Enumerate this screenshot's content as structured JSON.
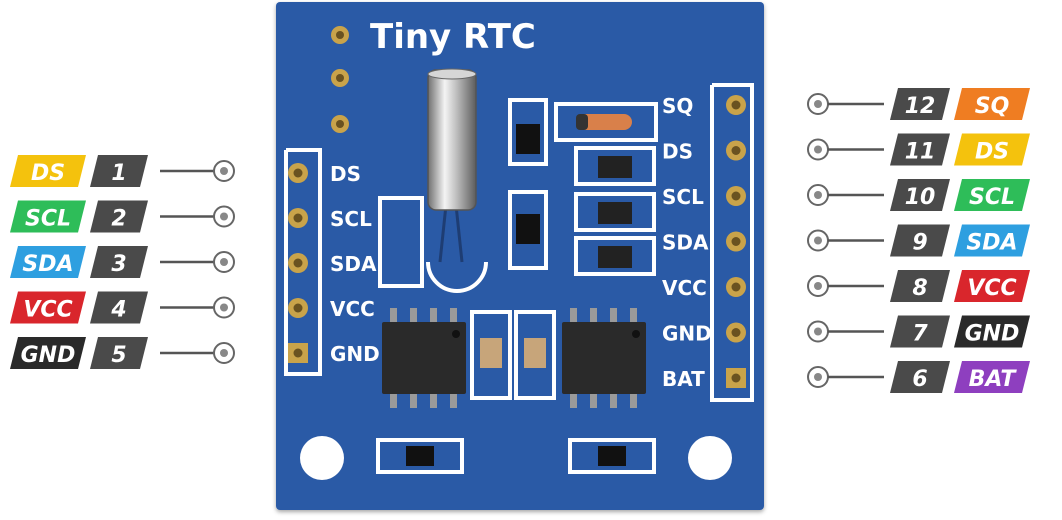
{
  "board": {
    "title": "Tiny RTC",
    "color": "#2b5aa6",
    "left_header_labels": [
      "DS",
      "SCL",
      "SDA",
      "VCC",
      "GND"
    ],
    "right_header_labels": [
      "SQ",
      "DS",
      "SCL",
      "SDA",
      "VCC",
      "GND",
      "BAT"
    ]
  },
  "pins_left": [
    {
      "name": "DS",
      "number": "1",
      "color": "#f4c20d",
      "text_color": "#ffffff"
    },
    {
      "name": "SCL",
      "number": "2",
      "color": "#2ebd59",
      "text_color": "#ffffff"
    },
    {
      "name": "SDA",
      "number": "3",
      "color": "#2e9fe0",
      "text_color": "#ffffff"
    },
    {
      "name": "VCC",
      "number": "4",
      "color": "#d9262c",
      "text_color": "#ffffff"
    },
    {
      "name": "GND",
      "number": "5",
      "color": "#2a2a2a",
      "text_color": "#ffffff"
    }
  ],
  "pins_right": [
    {
      "name": "SQ",
      "number": "12",
      "color": "#ef7d22",
      "text_color": "#ffffff"
    },
    {
      "name": "DS",
      "number": "11",
      "color": "#f4c20d",
      "text_color": "#ffffff"
    },
    {
      "name": "SCL",
      "number": "10",
      "color": "#2ebd59",
      "text_color": "#ffffff"
    },
    {
      "name": "SDA",
      "number": "9",
      "color": "#2e9fe0",
      "text_color": "#ffffff"
    },
    {
      "name": "VCC",
      "number": "8",
      "color": "#d9262c",
      "text_color": "#ffffff"
    },
    {
      "name": "GND",
      "number": "7",
      "color": "#2a2a2a",
      "text_color": "#ffffff"
    },
    {
      "name": "BAT",
      "number": "6",
      "color": "#8e3fbf",
      "text_color": "#ffffff"
    }
  ],
  "number_tag_color": "#4a4a4a"
}
